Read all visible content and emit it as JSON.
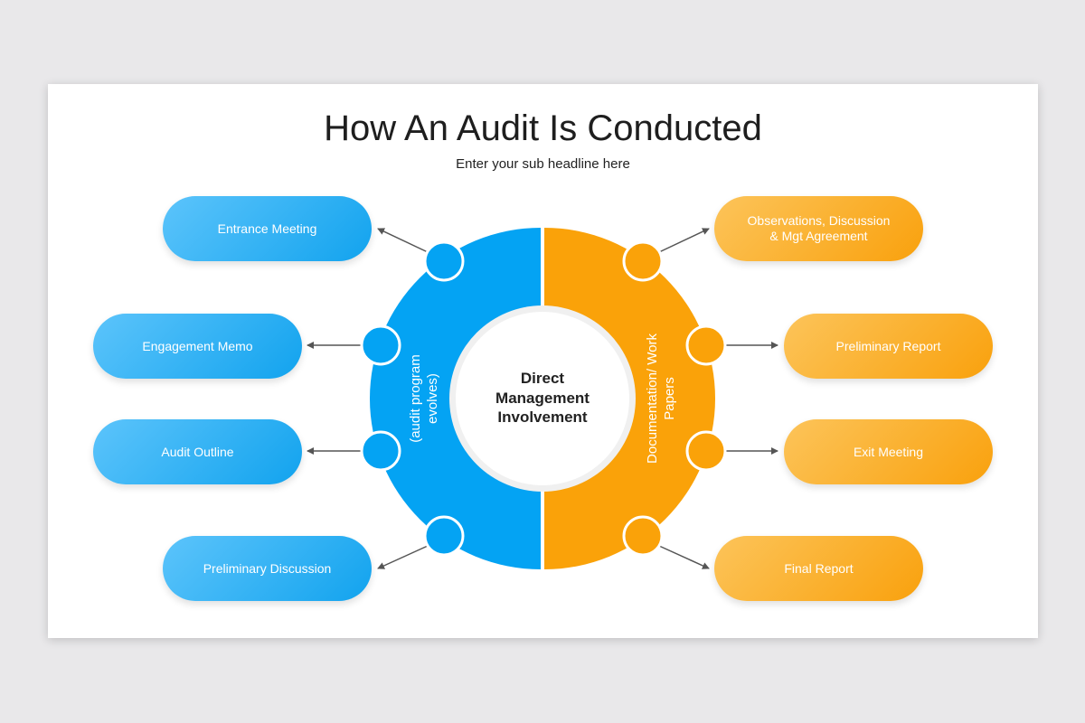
{
  "title": "How An Audit Is Conducted",
  "subtitle": "Enter your sub headline here",
  "center": {
    "label": "Direct\nManagement\nInvolvement"
  },
  "left_half": {
    "label": "(audit program\nevolves)",
    "color": "#04a3f3"
  },
  "right_half": {
    "label": "Documentation/ Work\nPapers",
    "color": "#faa209"
  },
  "left_items": [
    {
      "label": "Entrance Meeting"
    },
    {
      "label": "Engagement Memo"
    },
    {
      "label": "Audit Outline"
    },
    {
      "label": "Preliminary Discussion"
    }
  ],
  "right_items": [
    {
      "label": "Observations, Discussion\n& Mgt Agreement"
    },
    {
      "label": "Preliminary Report"
    },
    {
      "label": "Exit Meeting"
    },
    {
      "label": "Final Report"
    }
  ],
  "colors": {
    "background": "#e9e8ea",
    "arrow": "#555555"
  }
}
